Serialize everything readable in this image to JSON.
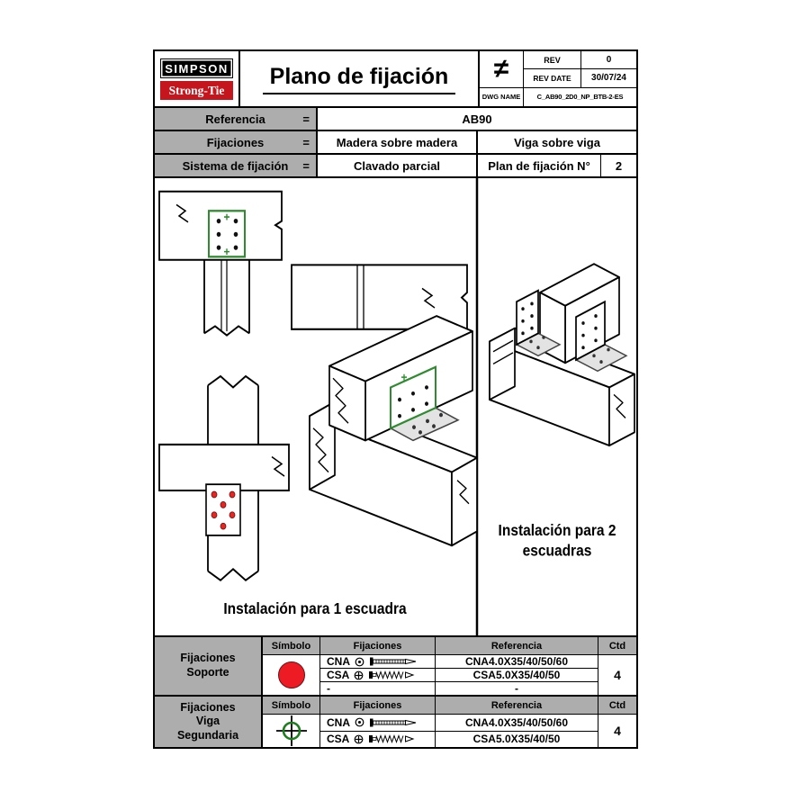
{
  "title_block": {
    "logo_line1": "SIMPSON",
    "logo_line2": "Strong-Tie",
    "title": "Plano de fijación",
    "projection_symbol": "≠",
    "rev_label": "REV",
    "rev_value": "0",
    "rev_date_label": "REV DATE",
    "rev_date_value": "30/07/24",
    "dwg_label": "DWG NAME",
    "dwg_value": "C_AB90_2D0_NP_BTB-2-ES"
  },
  "info_table": {
    "eq": "=",
    "rows": [
      {
        "label": "Referencia",
        "value": "AB90"
      },
      {
        "label": "Fijaciones",
        "left": "Madera sobre madera",
        "right": "Viga sobre viga"
      },
      {
        "label": "Sistema de fijación",
        "left": "Clavado parcial",
        "right": "Plan de fijación N°",
        "number": "2"
      }
    ]
  },
  "drawings": {
    "caption_single": "Instalación para 1 escuadra",
    "caption_double_line1": "Instalación para 2",
    "caption_double_line2": "escuadras",
    "plate_color": "#2e8b2e",
    "support_dot_color": "#e8251f"
  },
  "fix_tables": [
    {
      "section_label": "Fijaciones\nSoporte",
      "headers": {
        "symbol": "Símbolo",
        "fixings": "Fijaciones",
        "reference": "Referencia",
        "qty": "Ctd"
      },
      "symbol": "red-circle",
      "rows": [
        {
          "code": "CNA",
          "reference": "CNA4.0X35/40/50/60",
          "fastener": "nail"
        },
        {
          "code": "CSA",
          "reference": "CSA5.0X35/40/50",
          "fastener": "screw"
        },
        {
          "code": "-",
          "reference": "-",
          "fastener": "none"
        }
      ],
      "qty": "4"
    },
    {
      "section_label": "Fijaciones\nViga\nSegundaria",
      "headers": {
        "symbol": "Símbolo",
        "fixings": "Fijaciones",
        "reference": "Referencia",
        "qty": "Ctd"
      },
      "symbol": "crosshair",
      "rows": [
        {
          "code": "CNA",
          "reference": "CNA4.0X35/40/50/60",
          "fastener": "nail"
        },
        {
          "code": "CSA",
          "reference": "CSA5.0X35/40/50",
          "fastener": "screw"
        }
      ],
      "qty": "4"
    }
  ]
}
